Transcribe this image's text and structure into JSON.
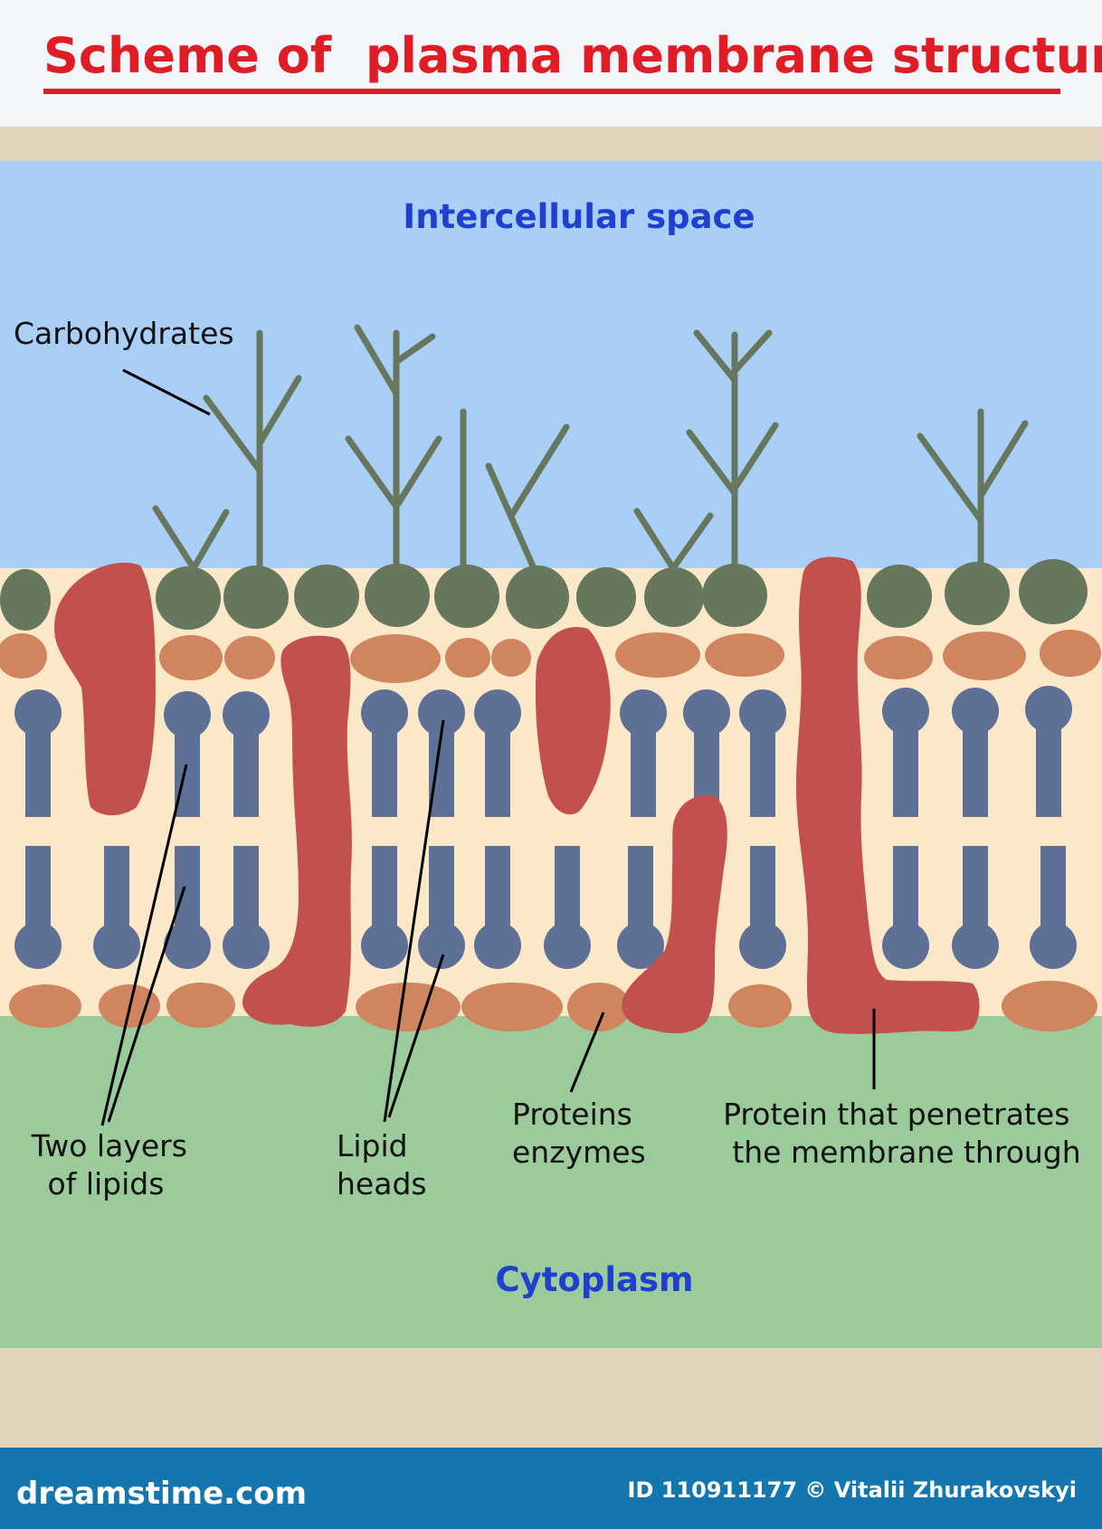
{
  "title": "Scheme of  plasma membrane structure",
  "regions": {
    "top": "Intercellular space",
    "bottom": "Cytoplasm"
  },
  "labels": {
    "carbohydrates": "Carbohydrates",
    "two_layers": [
      "Two layers",
      "of lipids"
    ],
    "lipid_heads": [
      "Lipid",
      "heads"
    ],
    "proteins_enzymes": [
      "Proteins",
      "enzymes"
    ],
    "protein_penetrates": [
      "Protein that penetrates",
      "the membrane through"
    ]
  },
  "footer": {
    "brand": "dreamstime.com",
    "credit": "ID 110911177 © Vitalii Zhurakovskyi"
  },
  "colors": {
    "title_red": "#e01c24",
    "sky": "#a9cff6",
    "cytoplasm": "#9ccb9b",
    "membrane_bg": "#fbe8c8",
    "glyco_head": "#66775d",
    "lipid": "#5f7096",
    "oval": "#d1855e",
    "protein": "#c4504d",
    "footer_bar": "#1476ae"
  }
}
